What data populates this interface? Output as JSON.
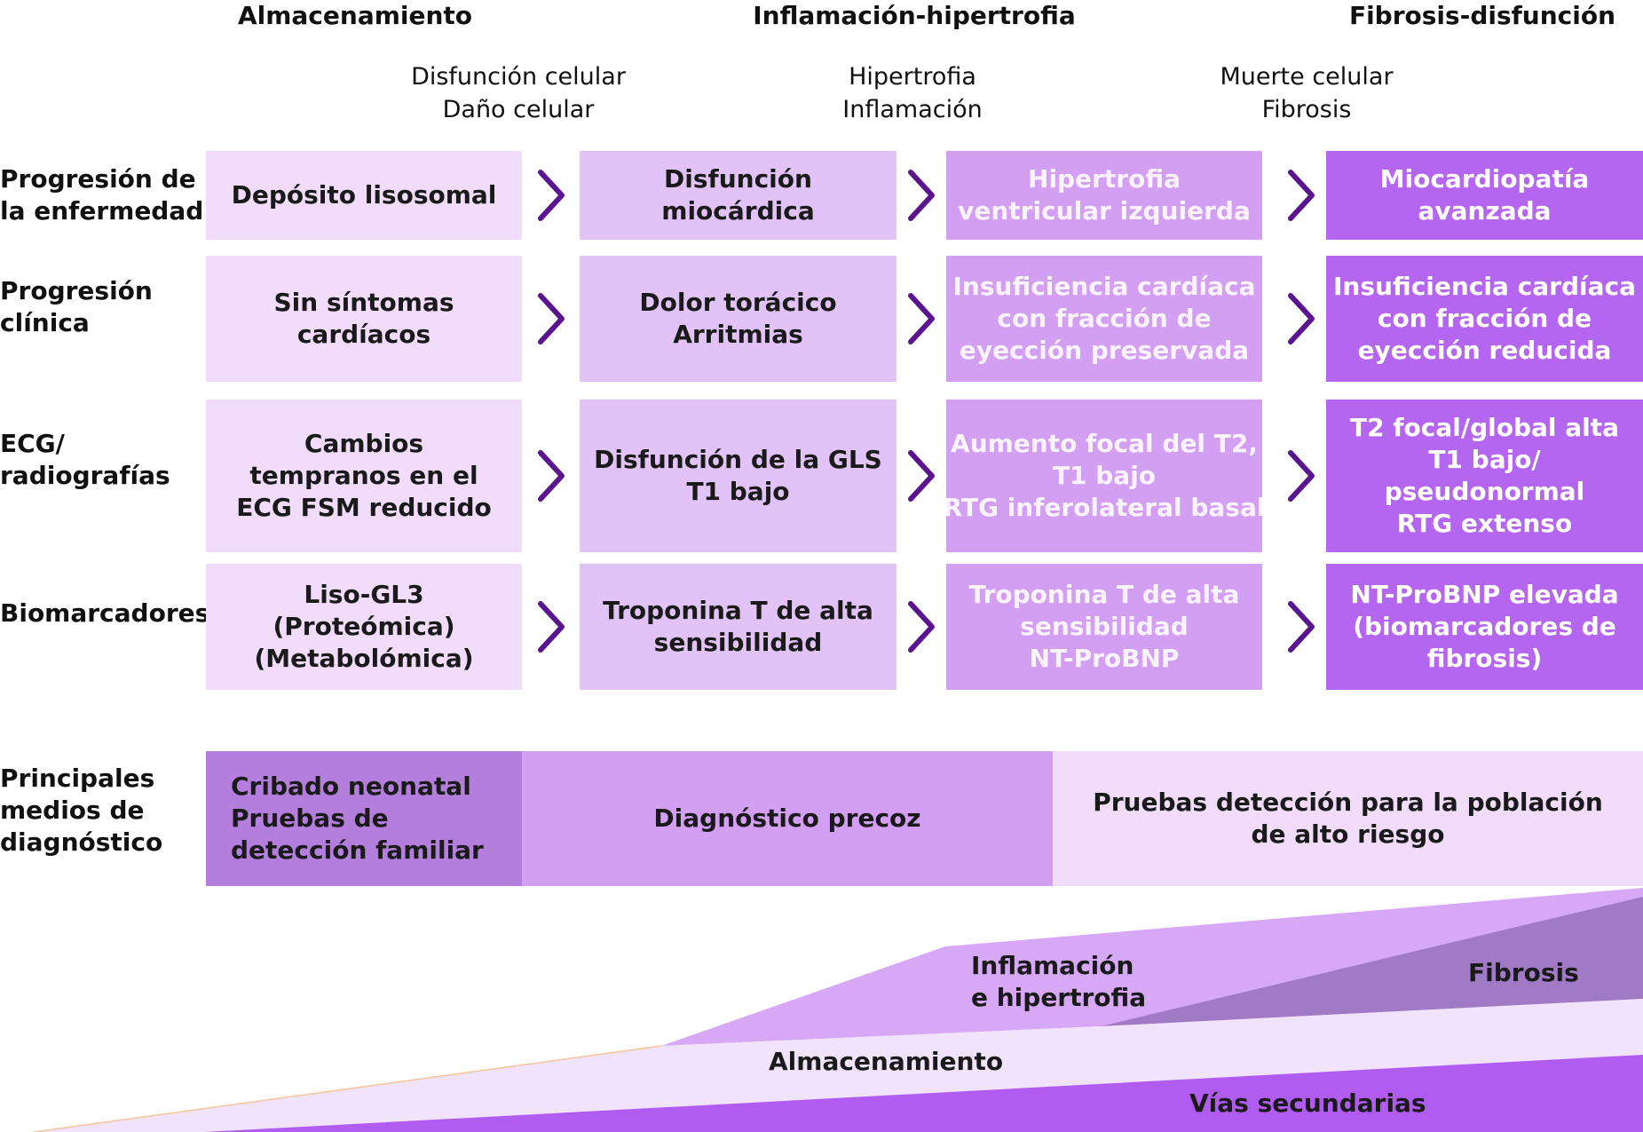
{
  "stages": {
    "storage": "Almacenamiento",
    "inflammation": "Inflamación-hipertrofia",
    "fibrosis": "Fibrosis-disfunción"
  },
  "mechanisms": {
    "storage": [
      "Disfunción celular",
      "Daño celular"
    ],
    "inflammation": [
      "Hipertrofia",
      "Inflamación"
    ],
    "fibrosis": [
      "Muerte celular",
      "Fibrosis"
    ]
  },
  "rows": [
    {
      "label": [
        "Progresión de",
        "la enfermedad"
      ],
      "cells": [
        [
          "Depósito lisosomal"
        ],
        [
          "Disfunción",
          "miocárdica"
        ],
        [
          "Hipertrofia",
          "ventricular izquierda"
        ],
        [
          "Miocardiopatía",
          "avanzada"
        ]
      ]
    },
    {
      "label": [
        "Progresión",
        "clínica"
      ],
      "cells": [
        [
          "Sin síntomas",
          "cardíacos"
        ],
        [
          "Dolor torácico",
          "Arritmias"
        ],
        [
          "Insuficiencia cardíaca",
          "con fracción de",
          "eyección preservada"
        ],
        [
          "Insuficiencia cardíaca",
          "con fracción de",
          "eyección reducida"
        ]
      ]
    },
    {
      "label": [
        "ECG/",
        "radiografías"
      ],
      "cells": [
        [
          "Cambios",
          "tempranos en el",
          "ECG FSM reducido"
        ],
        [
          "Disfunción de la GLS",
          "T1 bajo"
        ],
        [
          "Aumento focal del T2,",
          "T1 bajo",
          "RTG  inferolateral basal"
        ],
        [
          "T2 focal/global alta",
          "T1 bajo/",
          "pseudonormal",
          "RTG extenso"
        ]
      ]
    },
    {
      "label": [
        "Biomarcadores"
      ],
      "cells": [
        [
          "Liso-GL3",
          "(Proteómica)",
          "(Metabolómica)"
        ],
        [
          "Troponina T de alta",
          "sensibilidad"
        ],
        [
          "Troponina T de alta",
          "sensibilidad",
          "NT-ProBNP"
        ],
        [
          "NT-ProBNP elevada",
          "(biomarcadores de",
          "fibrosis)"
        ]
      ]
    }
  ],
  "diagnosis": {
    "label": [
      "Principales",
      "medios de",
      "diagnóstico"
    ],
    "blocks": [
      [
        "Cribado neonatal",
        "Pruebas de",
        "detección familiar"
      ],
      [
        "Diagnóstico precoz"
      ],
      [
        "Pruebas detección para la población",
        "de alto riesgo"
      ]
    ]
  },
  "processes": {
    "inflammation": [
      "Inflamación",
      "e hipertrofia"
    ],
    "fibrosis": "Fibrosis",
    "storage": "Almacenamiento",
    "secondary": "Vías secundarias"
  },
  "colors": {
    "stage1": "#f1dcfb",
    "stage2": "#e2c3f7",
    "stage3": "#d39ff3",
    "stage4": "#b566f0",
    "chevron": "#5a1490",
    "fibrosis_wedge": "#a07ac4",
    "secondary_wedge": "#b05cf0"
  },
  "icons": {
    "arrow": "chevron-right-icon"
  }
}
